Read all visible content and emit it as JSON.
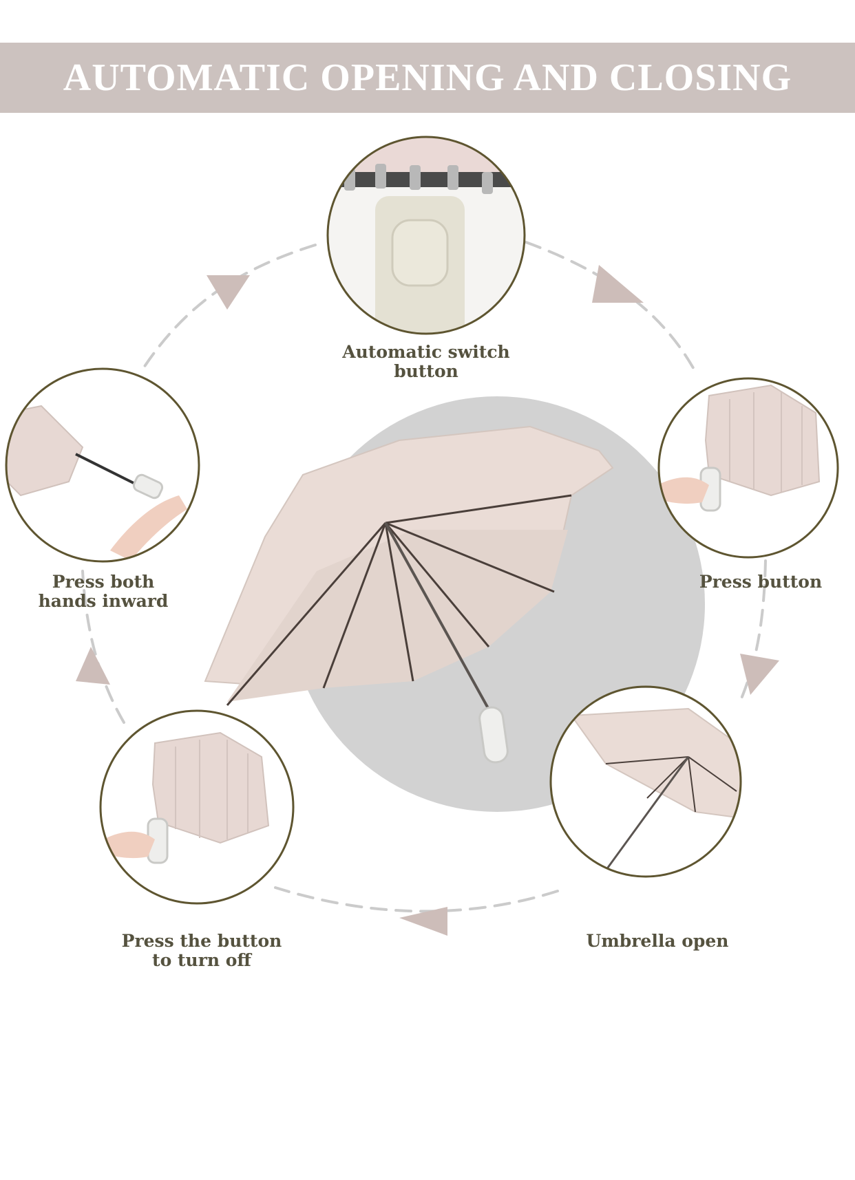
{
  "title": "AUTOMATIC OPENING AND CLOSING",
  "steps": [
    {
      "lines": [
        "Automatic switch",
        "button"
      ]
    },
    {
      "lines": [
        "Press button"
      ]
    },
    {
      "lines": [
        "Umbrella open"
      ]
    },
    {
      "lines": [
        "Press the button",
        "to turn off"
      ]
    },
    {
      "lines": [
        "Press both",
        "hands inward"
      ]
    }
  ],
  "colors": {
    "banner": "#ccc2bf",
    "circle_border": "#5e5530",
    "caption": "#55523f",
    "canopy": "#eadcd6",
    "arrow": "#cdbdb9",
    "dash": "#cbcbcb",
    "center_disc": "#d2d2d2"
  }
}
